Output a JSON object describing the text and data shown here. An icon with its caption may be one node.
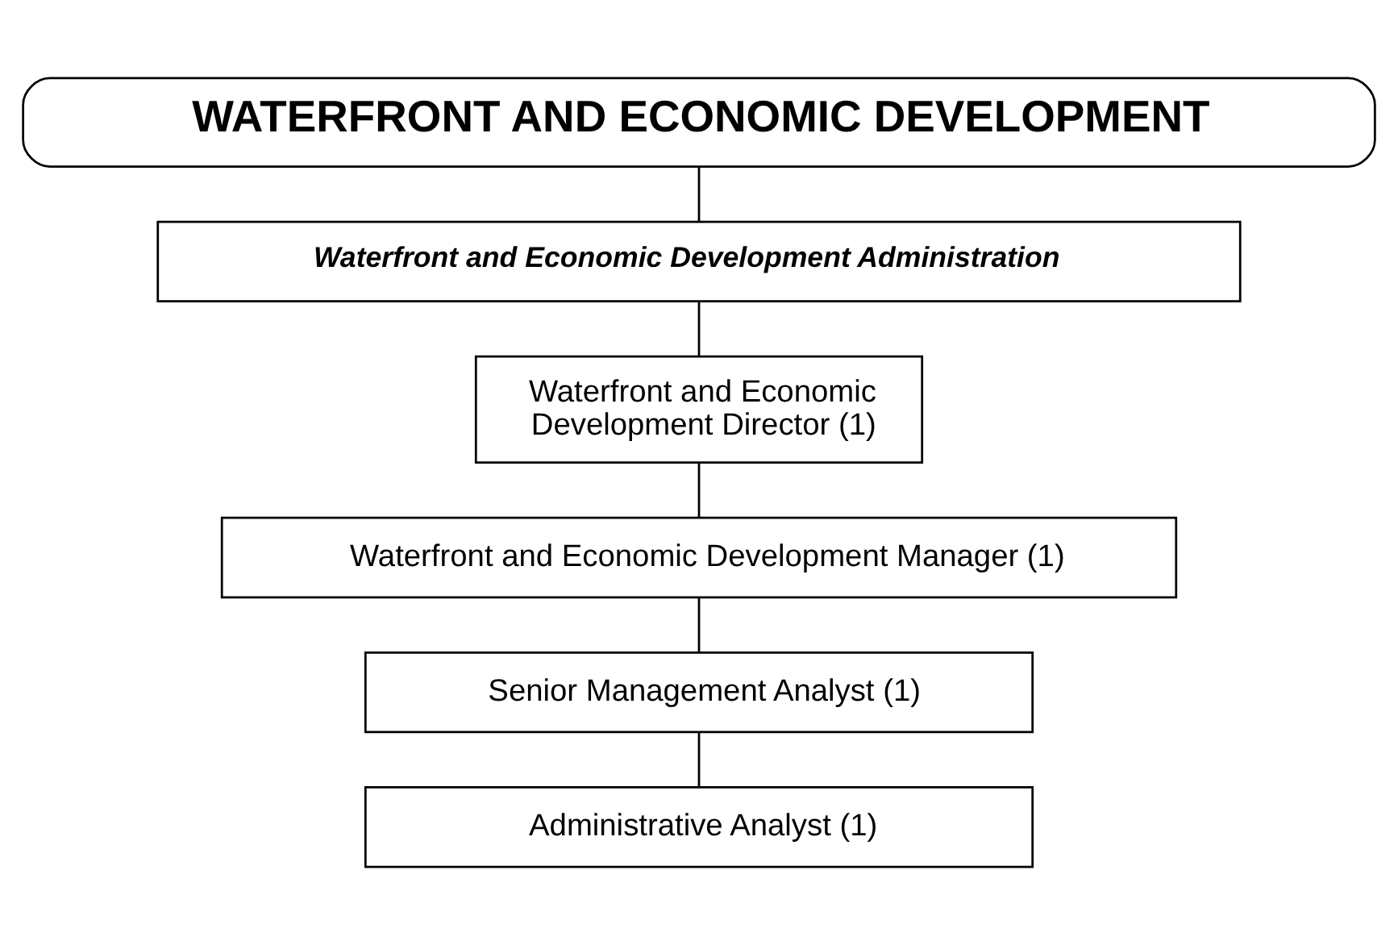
{
  "diagram": {
    "nodes": [
      {
        "text": [
          "WATERFRONT AND ECONOMIC DEVELOPMENT"
        ]
      },
      {
        "text": [
          "Waterfront and Economic Development Administration"
        ]
      },
      {
        "text": [
          "Waterfront and Economic Development Director (1)"
        ]
      },
      {
        "text": [
          "Waterfront and Economic Development Manager (1)"
        ]
      },
      {
        "text": [
          "Senior Management Analyst (1)"
        ]
      },
      {
        "text": [
          "Administrative Analyst (1)"
        ]
      }
    ],
    "edges": [
      {
        "from": 0,
        "to": 1,
        "arrow": "none"
      },
      {
        "from": 1,
        "to": 2,
        "arrow": "none"
      },
      {
        "from": 2,
        "to": 3,
        "arrow": "none"
      },
      {
        "from": 3,
        "to": 4,
        "arrow": "none"
      },
      {
        "from": 4,
        "to": 5,
        "arrow": "none"
      }
    ]
  }
}
